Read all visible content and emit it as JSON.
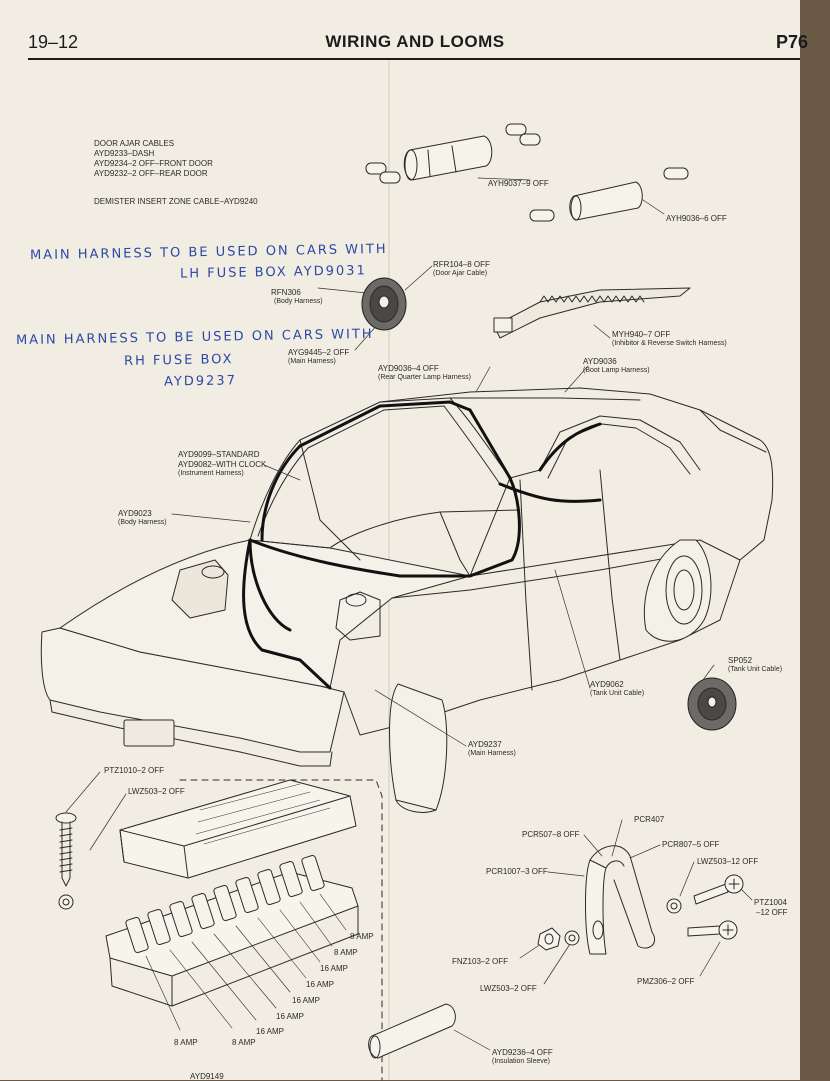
{
  "header": {
    "page_number": "19–12",
    "title": "WIRING AND LOOMS",
    "ref": "P76"
  },
  "notes": {
    "door_ajar": [
      "DOOR AJAR CABLES",
      "AYD9233–DASH",
      "AYD9234–2 OFF–FRONT DOOR",
      "AYD9232–2 OFF–REAR DOOR"
    ],
    "demister": "DEMISTER INSERT ZONE CABLE–AYD9240"
  },
  "handwritten": {
    "lh_1": "MAIN HARNESS TO BE USED ON CARS WITH",
    "lh_2": "LH FUSE BOX AYD9031",
    "rh_1": "MAIN HARNESS TO BE USED ON CARS WITH",
    "rh_2": "RH FUSE BOX",
    "rh_3": "AYD9237"
  },
  "labels": {
    "ayh9037": "AYH9037–9 OFF",
    "ayh9036": "AYH9036–6 OFF",
    "rfr104": {
      "part": "RFR104–8 OFF",
      "desc": "(Door Ajar Cable)"
    },
    "rfn306": {
      "part": "RFN306",
      "desc": "(Body Harness)"
    },
    "ayg9445": {
      "part": "AYG9445–2 OFF",
      "desc": "(Main Harness)"
    },
    "myh940": {
      "part": "MYH940–7 OFF",
      "desc": "(Inhibitor & Reverse Switch Harness)"
    },
    "ayd9036_4": {
      "part": "AYD9036–4 OFF",
      "desc": "(Rear Quarter Lamp Harness)"
    },
    "ayd9036": {
      "part": "AYD9036",
      "desc": "(Boot Lamp Harness)"
    },
    "ayd9099": {
      "part": "AYD9099–STANDARD",
      "part2": "AYD9082–WITH CLOCK",
      "desc": "(Instrument Harness)"
    },
    "ayd9023": {
      "part": "AYD9023",
      "desc": "(Body Harness)"
    },
    "sp052": {
      "part": "SP052",
      "desc": "(Tank Unit Cable)"
    },
    "ayd9062": {
      "part": "AYD9062",
      "desc": "(Tank Unit Cable)"
    },
    "ayd9237": {
      "part": "AYD9237",
      "desc": "(Main Harness)"
    },
    "ptz1010": "PTZ1010–2 OFF",
    "lwz503_2a": "LWZ503–2 OFF",
    "pcr407": "PCR407",
    "pcr507": "PCR507–8 OFF",
    "pcr807": "PCR807–5 OFF",
    "pcr1007": "PCR1007–3 OFF",
    "lwz503_12": "LWZ503–12 OFF",
    "ptz1004": "PTZ1004",
    "ptz1004_qty": "–12 OFF",
    "fnz103": "FNZ103–2 OFF",
    "lwz503_2b": "LWZ503–2 OFF",
    "pmz306": "PMZ306–2 OFF",
    "ayd9236": {
      "part": "AYD9236–4 OFF",
      "desc": "(Insulation Sleeve)"
    },
    "ayd9149": "AYD9149"
  },
  "fuse_ratings": [
    "8 AMP",
    "8 AMP",
    "16 AMP",
    "16 AMP",
    "16 AMP",
    "16 AMP",
    "16 AMP",
    "8 AMP",
    "8 AMP"
  ]
}
